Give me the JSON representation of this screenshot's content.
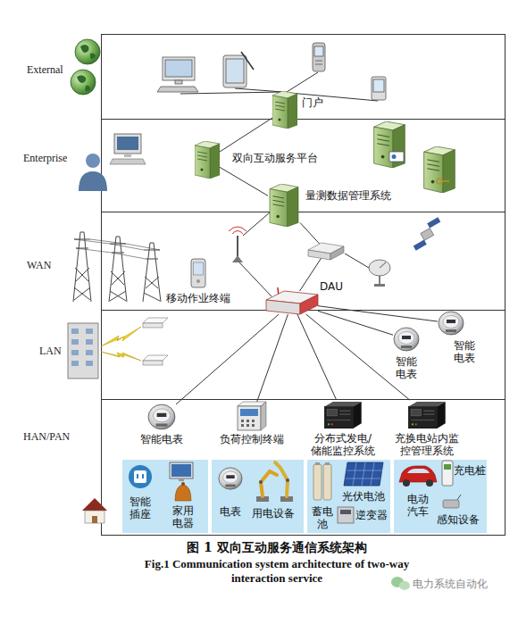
{
  "diagram": {
    "caption": "图 1 双向互动服务通信系统架构",
    "nodes": [
      {
        "text": [
          "门户"
        ]
      },
      {
        "text": [
          "双向互动服务平台"
        ]
      },
      {
        "text": [
          "量测数据管理系统"
        ]
      },
      {
        "text": [
          "移动作业终端"
        ]
      },
      {
        "text": [
          "DAU"
        ]
      },
      {
        "text": [
          "智能电表"
        ]
      },
      {
        "text": [
          "智能电表"
        ]
      },
      {
        "text": [
          "智能电表"
        ]
      },
      {
        "text": [
          "负荷控制终端"
        ]
      },
      {
        "text": [
          "分布式发电/储能监控系统"
        ]
      },
      {
        "text": [
          "充换电站内监控管理系统"
        ]
      },
      {
        "text": []
      },
      {
        "text": [
          "智能插座"
        ],
        "in": 11
      },
      {
        "text": [
          "家用电器"
        ],
        "in": 11
      },
      {
        "text": []
      },
      {
        "text": [
          "电表"
        ],
        "in": 14
      },
      {
        "text": [
          "用电设备"
        ],
        "in": 14
      },
      {
        "text": []
      },
      {
        "text": [
          "蓄电池"
        ],
        "in": 17
      },
      {
        "text": [
          "光伏电池"
        ],
        "in": 17
      },
      {
        "text": [
          "逆变器"
        ],
        "in": 17
      },
      {
        "text": []
      },
      {
        "text": [
          "电动汽车"
        ],
        "in": 21
      },
      {
        "text": [
          "充电桩"
        ],
        "in": 21
      },
      {
        "text": [
          "感知设备"
        ],
        "in": 21
      }
    ],
    "edges": [
      {
        "from": 0,
        "to": 1,
        "arrow": "none"
      },
      {
        "from": 1,
        "to": 2,
        "arrow": "none"
      },
      {
        "from": 2,
        "to": 4,
        "arrow": "none"
      },
      {
        "from": 4,
        "to": 5,
        "arrow": "none"
      },
      {
        "from": 4,
        "to": 6,
        "arrow": "none"
      },
      {
        "from": 4,
        "to": 7,
        "arrow": "none"
      },
      {
        "from": 4,
        "to": 8,
        "arrow": "none"
      },
      {
        "from": 4,
        "to": 9,
        "arrow": "none"
      },
      {
        "from": 4,
        "to": 10,
        "arrow": "none"
      }
    ],
    "labels": [
      "External",
      "Enterprise",
      "WAN",
      "LAN",
      "HAN/PAN",
      "Fig.1 Communication system architecture of two-way interaction service",
      "电力系统自动化"
    ]
  }
}
